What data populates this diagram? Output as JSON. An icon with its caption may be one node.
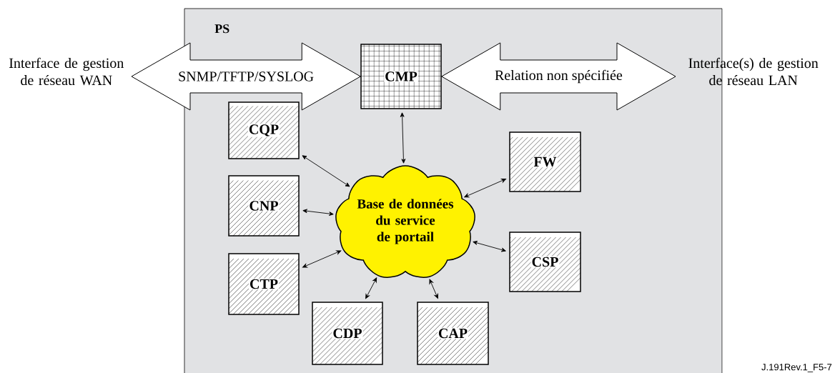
{
  "diagram": {
    "nodes": [
      {
        "text": [
          "PS"
        ]
      },
      {
        "text": [
          "Interface de gestion de réseau WAN"
        ]
      },
      {
        "text": [
          "CMP"
        ],
        "in": 0
      },
      {
        "text": [
          "Interface(s) de gestion de réseau LAN"
        ]
      },
      {
        "text": [
          "CQP"
        ],
        "in": 0
      },
      {
        "text": [
          "FW"
        ],
        "in": 0
      },
      {
        "text": [
          "CNP"
        ],
        "in": 0
      },
      {
        "text": [
          "Base de données du service de portail"
        ],
        "in": 0
      },
      {
        "text": [
          "CTP"
        ],
        "in": 0
      },
      {
        "text": [
          "CSP"
        ],
        "in": 0
      },
      {
        "text": [
          "CDP"
        ],
        "in": 0
      },
      {
        "text": [
          "CAP"
        ],
        "in": 0
      }
    ],
    "edges": [
      {
        "from": 1,
        "to": 2,
        "arrow": "both",
        "label": "SNMP/TFTP/SYSLOG",
        "style": "thick"
      },
      {
        "from": 2,
        "to": 3,
        "arrow": "both",
        "label": "Relation non spécifiée",
        "style": "thick"
      },
      {
        "from": 2,
        "to": 7,
        "arrow": "both"
      },
      {
        "from": 4,
        "to": 7,
        "arrow": "both"
      },
      {
        "from": 6,
        "to": 7,
        "arrow": "both"
      },
      {
        "from": 8,
        "to": 7,
        "arrow": "both"
      },
      {
        "from": 10,
        "to": 7,
        "arrow": "both"
      },
      {
        "from": 11,
        "to": 7,
        "arrow": "both"
      },
      {
        "from": 5,
        "to": 7,
        "arrow": "both"
      },
      {
        "from": 9,
        "to": 7,
        "arrow": "both"
      }
    ],
    "labels": [
      "J.191Rev.1_F5-7"
    ]
  }
}
